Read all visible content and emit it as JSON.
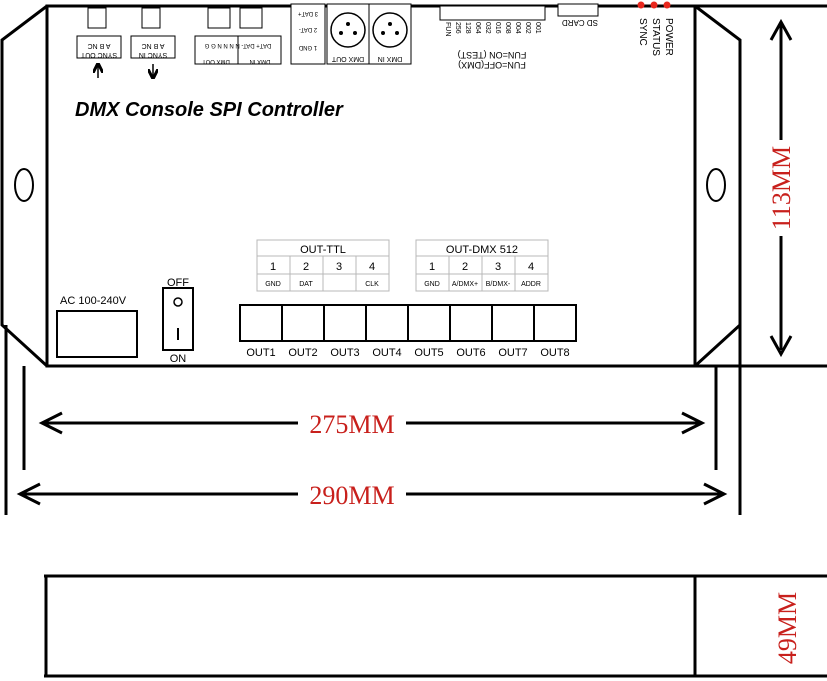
{
  "title": "DMX Console SPI Controller",
  "colors": {
    "dimension_text": "#c8201c",
    "led": "#e8281e",
    "line": "#000000"
  },
  "dimensions": {
    "width_inner": "275MM",
    "width_outer": "290MM",
    "height": "113MM",
    "depth": "49MM"
  },
  "power": {
    "input_label": "AC 100-240V",
    "switch_off": "OFF",
    "switch_on": "ON"
  },
  "indicators": [
    "POWER",
    "STATUS",
    "SYNC"
  ],
  "sd_card": "SD CARD",
  "sync": {
    "out_label": "SYNC OUT",
    "out_pins": "A  B  NC",
    "in_label": "SYNC IN",
    "in_pins": "A  B  NC"
  },
  "dmx_ports": {
    "out_label": "DMX OUT",
    "in_label": "DMX IN",
    "terminal_out_label": "DMX OUT",
    "terminal_in_label": "DMX IN",
    "terminal_pins": "DAT+ DAT- N N N N G G"
  },
  "terminal_pins": [
    "1 GND",
    "2 DAT-",
    "3 DAT+"
  ],
  "function": {
    "lines": [
      "FUN=OFF(DMX)",
      "FUN=ON (TEST)"
    ],
    "codes": [
      "001",
      "002",
      "004",
      "008",
      "016",
      "032",
      "064",
      "128",
      "256",
      "FUN"
    ]
  },
  "out_ttl": {
    "title": "OUT-TTL",
    "numbers": [
      "1",
      "2",
      "3",
      "4"
    ],
    "labels": [
      "GND",
      "DAT",
      "",
      "CLK"
    ]
  },
  "out_dmx": {
    "title": "OUT-DMX 512",
    "numbers": [
      "1",
      "2",
      "3",
      "4"
    ],
    "labels": [
      "GND",
      "A/DMX+",
      "B/DMX-",
      "ADDR"
    ]
  },
  "outputs": [
    "OUT1",
    "OUT2",
    "OUT3",
    "OUT4",
    "OUT5",
    "OUT6",
    "OUT7",
    "OUT8"
  ]
}
